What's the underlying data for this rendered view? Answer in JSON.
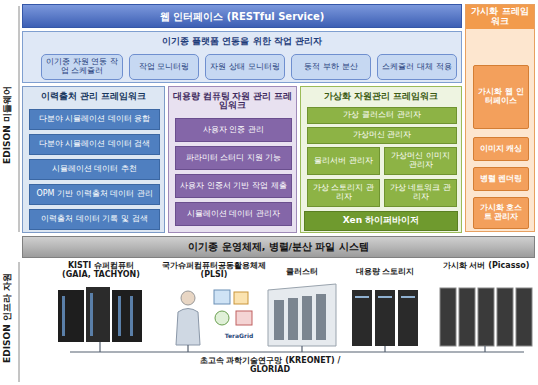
{
  "diagram": {
    "nodes": [
      {
        "text": [
          "웹 인터페이스 (RESTful Service)"
        ]
      },
      {
        "text": [
          "가시화 프레임워크"
        ]
      },
      {
        "text": [
          "가시화 웹 인터페이스"
        ],
        "in": 1
      },
      {
        "text": [
          "이미지 캐싱"
        ],
        "in": 1
      },
      {
        "text": [
          "병렬 렌더링"
        ],
        "in": 1
      },
      {
        "text": [
          "가시화 호스트 관리자"
        ],
        "in": 1
      },
      {
        "text": [
          "이기종 플랫폼 연동을 위한 작업 관리자"
        ]
      },
      {
        "text": [
          "이기종 자원 연동 작업 스케쥴러"
        ],
        "in": 6
      },
      {
        "text": [
          "작업 모니터링"
        ],
        "in": 6
      },
      {
        "text": [
          "자원 상태 모니터링"
        ],
        "in": 6
      },
      {
        "text": [
          "동적 부하 분산"
        ],
        "in": 6
      },
      {
        "text": [
          "스케쥴러 대체 적용"
        ],
        "in": 6
      },
      {
        "text": [
          "이력출처 관리 프레임워크"
        ]
      },
      {
        "text": [
          "다분야 시뮬레이션 데이터 융합"
        ],
        "in": 12
      },
      {
        "text": [
          "다분야 시뮬레이션 데이터 검색"
        ],
        "in": 12
      },
      {
        "text": [
          "시뮬레이션 데이터 추천"
        ],
        "in": 12
      },
      {
        "text": [
          "OPM 기반 이력출처 데이터 관리"
        ],
        "in": 12
      },
      {
        "text": [
          "이력출처 데이터 기록 및 검색"
        ],
        "in": 12
      },
      {
        "text": [
          "대용량 컴퓨팅 자원 관리 프레임워크"
        ]
      },
      {
        "text": [
          "사용자 인증 관리"
        ],
        "in": 18
      },
      {
        "text": [
          "파라미터 스터디 지원 기능"
        ],
        "in": 18
      },
      {
        "text": [
          "사용자 인증서 기반 작업 제출"
        ],
        "in": 18
      },
      {
        "text": [
          "시뮬레이션 데이터 관리자"
        ],
        "in": 18
      },
      {
        "text": [
          "가상화 자원관리 프레임워크"
        ]
      },
      {
        "text": [
          "가상 클러스터 관리자"
        ],
        "in": 23
      },
      {
        "text": [
          "가상머신 관리자"
        ],
        "in": 23
      },
      {
        "text": [
          "물리서버 관리자"
        ],
        "in": 23
      },
      {
        "text": [
          "가상머신 이미지 관리자"
        ],
        "in": 23
      },
      {
        "text": [
          "가상 스토리지 관리자"
        ],
        "in": 23
      },
      {
        "text": [
          "가상 네트워크 관리자"
        ],
        "in": 23
      },
      {
        "text": [
          "Xen 하이퍼바이저"
        ],
        "in": 23
      },
      {
        "text": [
          "이기종 운영체제, 병렬/분산 파일 시스템"
        ]
      }
    ],
    "labels": [
      "EDISON 미들웨어",
      "EDISON 인프라 자원",
      "KISTI 슈퍼컴퓨터 (GAIA, TACHYON)",
      "국가슈퍼컴퓨터공동활용체제 (PLSI)",
      "TeraGrid",
      "클러스터",
      "대용량 스토리지",
      "가시화 서버 (Picasso)",
      "초고속 과학기술연구망 (KREONET) / GLORIAD"
    ]
  }
}
